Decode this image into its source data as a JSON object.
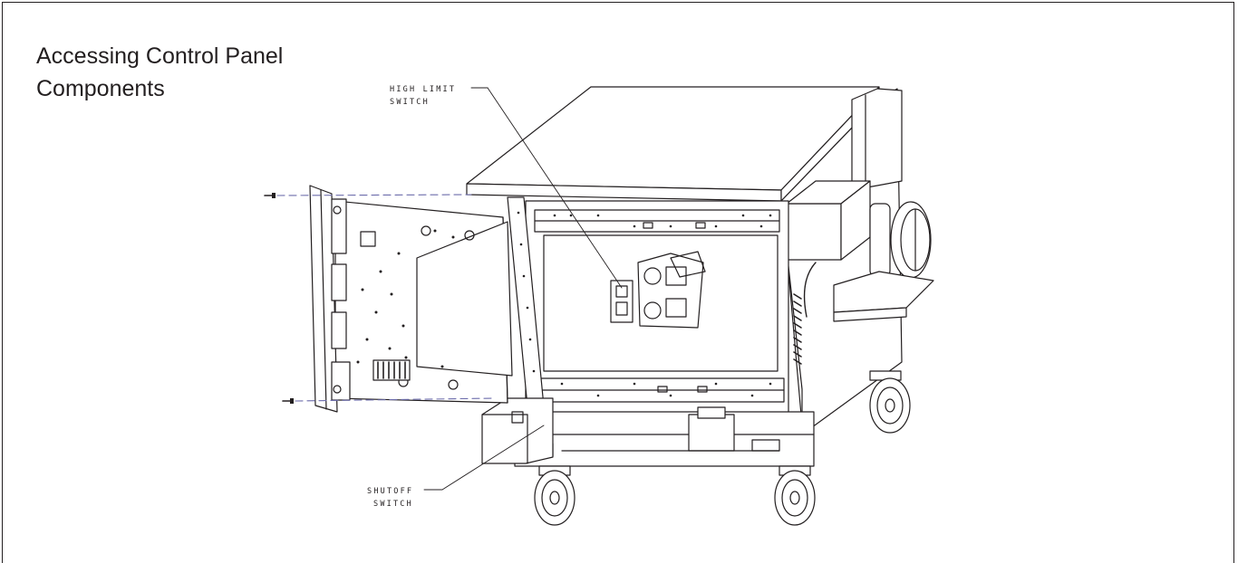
{
  "title": {
    "line1": "Accessing Control Panel",
    "line2": "Components"
  },
  "callouts": {
    "high_limit": {
      "line1": "HIGH LIMIT",
      "line2": "SWITCH"
    },
    "shutoff": {
      "line1": "SHUTOFF",
      "line2": "SWITCH"
    }
  }
}
